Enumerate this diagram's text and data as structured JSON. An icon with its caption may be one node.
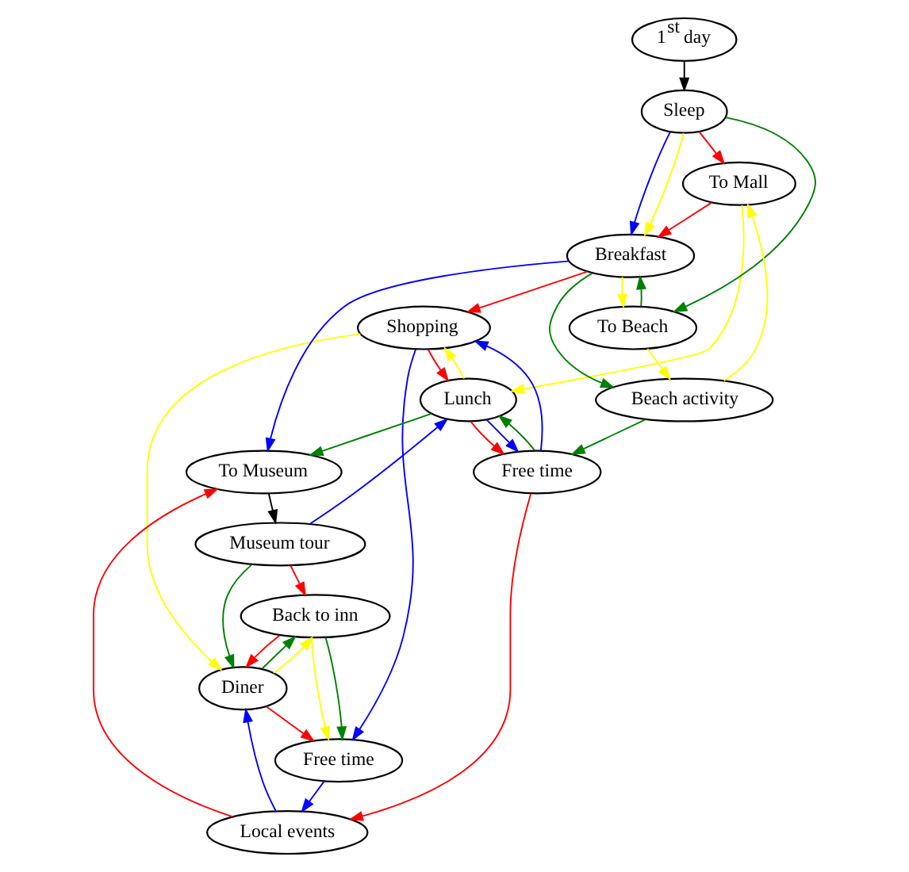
{
  "diagram": {
    "nodes": [
      {
        "text": [
          "1$^{st}$ day"
        ]
      },
      {
        "text": [
          "To Mall"
        ]
      },
      {
        "text": [
          "Shopping"
        ]
      },
      {
        "text": [
          "Free time"
        ]
      },
      {
        "text": [
          "Sleep"
        ]
      },
      {
        "text": [
          "Breakfast"
        ]
      },
      {
        "text": [
          "Beach activity"
        ]
      },
      {
        "text": [
          "To Beach"
        ]
      },
      {
        "text": [
          "Lunch"
        ]
      },
      {
        "text": [
          "To Museum"
        ]
      },
      {
        "text": [
          "Museum tour"
        ]
      },
      {
        "text": [
          "Local events"
        ]
      },
      {
        "text": [
          "Diner"
        ]
      },
      {
        "text": [
          "Back to inn"
        ]
      },
      {
        "text": [
          "Free time"
        ]
      }
    ],
    "edges": [
      {
        "from": 0,
        "to": 4,
        "arrow": "to",
        "color": "#000000"
      },
      {
        "from": 4,
        "to": 1,
        "arrow": "to",
        "color": "#ff0000"
      },
      {
        "from": 4,
        "to": 5,
        "arrow": "to",
        "color": "#0000ff"
      },
      {
        "from": 4,
        "to": 5,
        "arrow": "to",
        "color": "#ffff00"
      },
      {
        "from": 4,
        "to": 7,
        "arrow": "to",
        "color": "#008000"
      },
      {
        "from": 1,
        "to": 5,
        "arrow": "to",
        "color": "#ff0000"
      },
      {
        "from": 5,
        "to": 2,
        "arrow": "to",
        "color": "#ff0000"
      },
      {
        "from": 6,
        "to": 1,
        "arrow": "to",
        "color": "#ffff00"
      },
      {
        "from": 1,
        "to": 8,
        "arrow": "to",
        "color": "#ffff00"
      },
      {
        "from": 5,
        "to": 6,
        "arrow": "to",
        "color": "#008000"
      },
      {
        "from": 5,
        "to": 7,
        "arrow": "to",
        "color": "#ffff00"
      },
      {
        "from": 7,
        "to": 5,
        "arrow": "to",
        "color": "#008000"
      },
      {
        "from": 7,
        "to": 6,
        "arrow": "to",
        "color": "#ffff00"
      },
      {
        "from": 5,
        "to": 9,
        "arrow": "to",
        "color": "#0000ff"
      },
      {
        "from": 6,
        "to": 3,
        "arrow": "to",
        "color": "#008000"
      },
      {
        "from": 2,
        "to": 8,
        "arrow": "to",
        "color": "#ff0000"
      },
      {
        "from": 2,
        "to": 14,
        "arrow": "to",
        "color": "#0000ff"
      },
      {
        "from": 3,
        "to": 2,
        "arrow": "to",
        "color": "#0000ff"
      },
      {
        "from": 8,
        "to": 3,
        "arrow": "to",
        "color": "#ff0000"
      },
      {
        "from": 8,
        "to": 3,
        "arrow": "to",
        "color": "#0000ff"
      },
      {
        "from": 3,
        "to": 8,
        "arrow": "to",
        "color": "#008000"
      },
      {
        "from": 8,
        "to": 2,
        "arrow": "to",
        "color": "#ffff00"
      },
      {
        "from": 2,
        "to": 12,
        "arrow": "to",
        "color": "#ffff00"
      },
      {
        "from": 8,
        "to": 9,
        "arrow": "to",
        "color": "#008000"
      },
      {
        "from": 11,
        "to": 9,
        "arrow": "to",
        "color": "#ff0000"
      },
      {
        "from": 10,
        "to": 8,
        "arrow": "to",
        "color": "#0000ff"
      },
      {
        "from": 9,
        "to": 10,
        "arrow": "to",
        "color": "#000000"
      },
      {
        "from": 10,
        "to": 12,
        "arrow": "to",
        "color": "#008000"
      },
      {
        "from": 10,
        "to": 13,
        "arrow": "to",
        "color": "#ff0000"
      },
      {
        "from": 12,
        "to": 13,
        "arrow": "to",
        "color": "#008000"
      },
      {
        "from": 13,
        "to": 12,
        "arrow": "to",
        "color": "#ff0000"
      },
      {
        "from": 12,
        "to": 14,
        "arrow": "to",
        "color": "#ff0000"
      },
      {
        "from": 12,
        "to": 13,
        "arrow": "to",
        "color": "#ffff00"
      },
      {
        "from": 13,
        "to": 14,
        "arrow": "to",
        "color": "#ffff00"
      },
      {
        "from": 13,
        "to": 14,
        "arrow": "to",
        "color": "#008000"
      },
      {
        "from": 14,
        "to": 11,
        "arrow": "to",
        "color": "#0000ff"
      },
      {
        "from": 11,
        "to": 12,
        "arrow": "to",
        "color": "#0000ff"
      },
      {
        "from": 3,
        "to": 11,
        "arrow": "to",
        "color": "#ff0000"
      }
    ]
  }
}
